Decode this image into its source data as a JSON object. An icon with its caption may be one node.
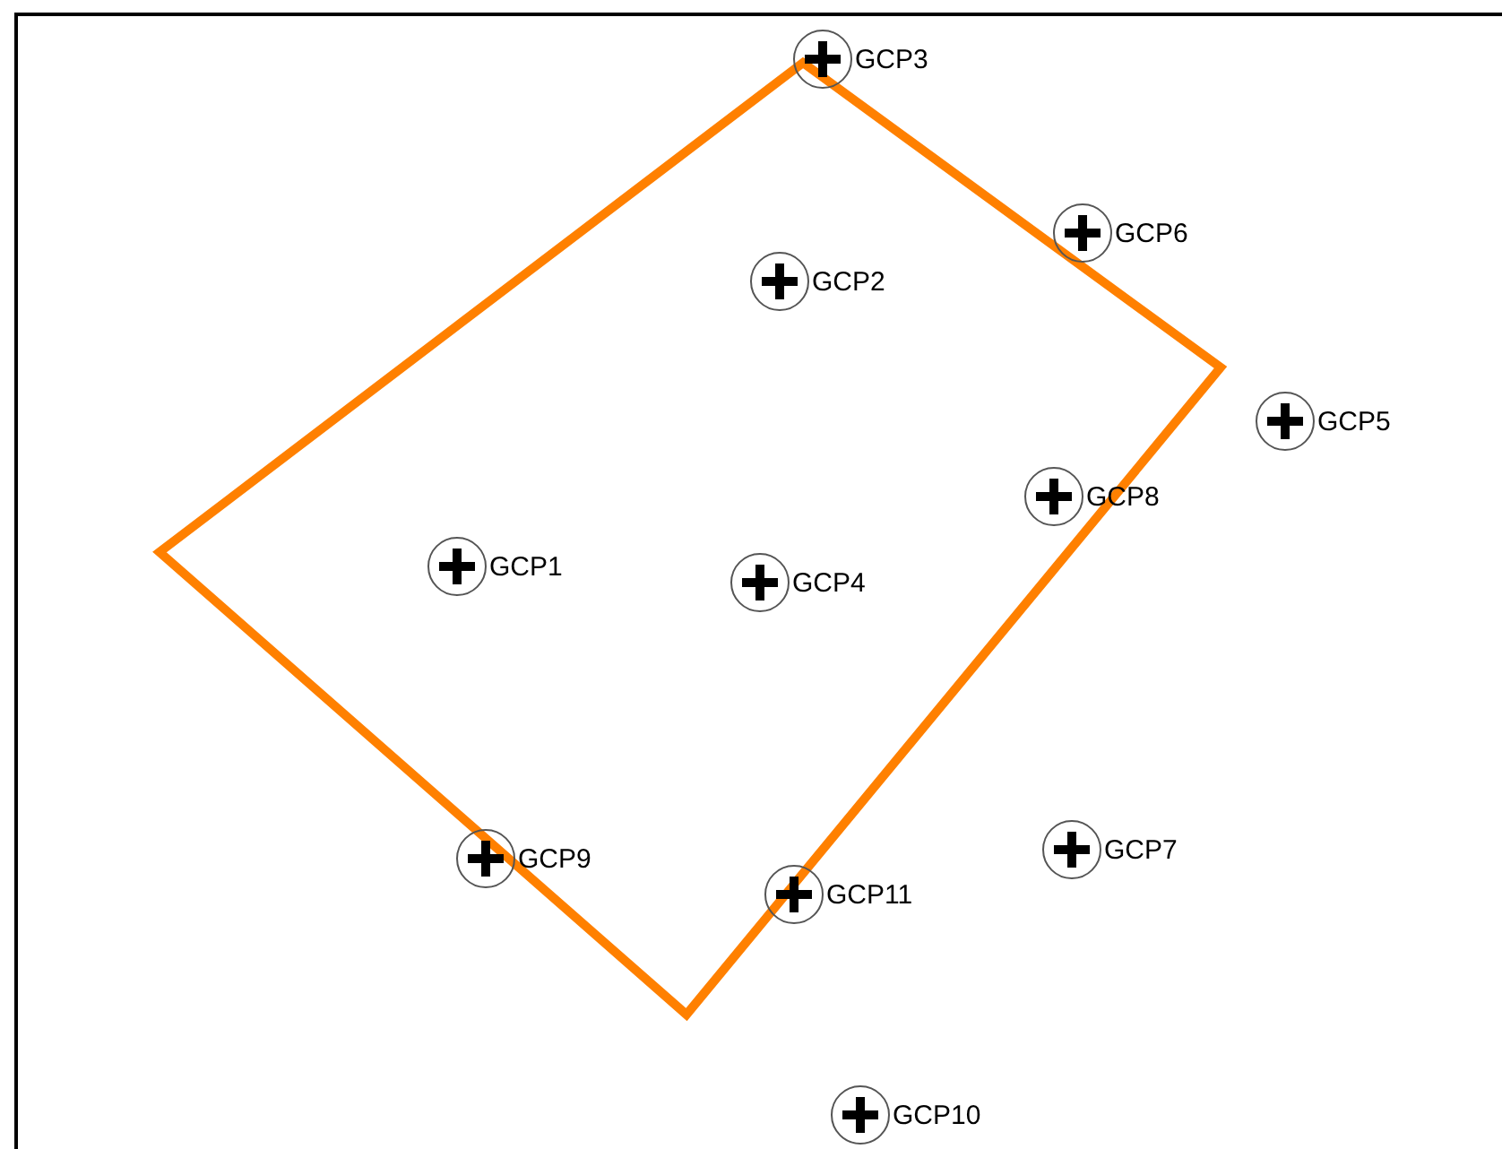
{
  "diagram": {
    "labels": [
      "GCP3",
      "GCP6",
      "GCP2",
      "GCP5",
      "GCP8",
      "GCP1",
      "GCP4",
      "GCP9",
      "GCP7",
      "GCP11",
      "GCP10"
    ]
  }
}
